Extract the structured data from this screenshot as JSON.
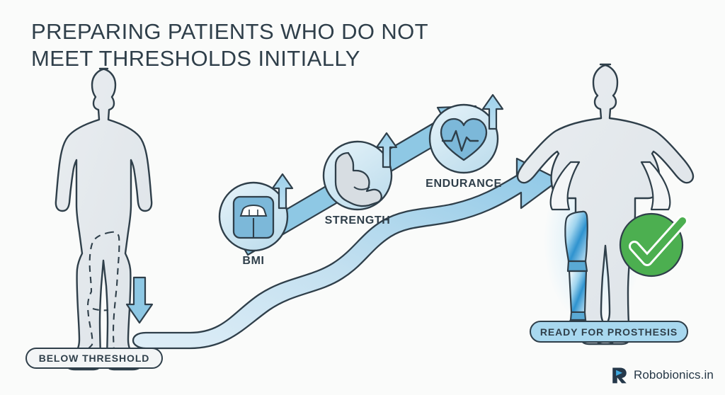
{
  "page": {
    "background_color": "#fafbfa",
    "title_line1": "PREPARING PATIENTS WHO DO NOT",
    "title_line2": "MEET THRESHOLDS INITIALLY",
    "title_color": "#2f3f4a"
  },
  "milestones": [
    {
      "id": "bmi",
      "label": "BMI",
      "icon": "weight-scale-icon",
      "circle_color": "#cfe7f3"
    },
    {
      "id": "strength",
      "label": "STRENGTH",
      "icon": "flexed-bicep-icon",
      "circle_color": "#cfe7f3"
    },
    {
      "id": "endurance",
      "label": "ENDURANCE",
      "icon": "heart-pulse-icon",
      "circle_color": "#cfe7f3"
    }
  ],
  "badges": {
    "below_threshold": "BELOW THRESHOLD",
    "ready_for_prosthesis": "READY FOR PROSTHESIS"
  },
  "figures": {
    "left": {
      "name": "patient-silhouette-before",
      "leg_state": "dashed-outline"
    },
    "right": {
      "name": "patient-silhouette-after",
      "leg_state": "prosthetic-leg"
    }
  },
  "icons": {
    "down_arrow": "down-arrow-icon",
    "progress_arrow": "curved-progress-arrow-icon",
    "milestone_arrow": "diagonal-rising-arrow-icon",
    "up_arrow": "up-arrow-icon",
    "check": "green-check-circle-icon"
  },
  "logo": {
    "text": "Robobionics.in",
    "mark": "robobionics-r-logo-icon",
    "mark_dark": "#25384a",
    "mark_accent": "#3fa9e0"
  },
  "colors": {
    "outline": "#2f3f4a",
    "body_fill": "#e3e8ec",
    "arrow_light": "#cfe6f2",
    "arrow_mid": "#8ec8e4",
    "icon_blue": "#7cb8d9",
    "green": "#4caf50",
    "pill_blue": "#a8d8ef"
  }
}
